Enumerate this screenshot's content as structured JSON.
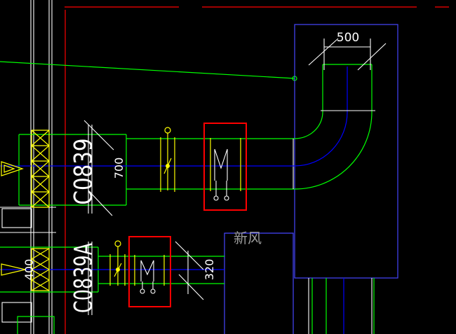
{
  "drawing": {
    "colors": {
      "background": "#000000",
      "duct": "#00ff00",
      "centerline": "#0000ff",
      "boundary": "#4646ff",
      "damper": "#ffff00",
      "highlight": "#ff0000",
      "annotation": "#ffffff",
      "label": "#9a9a9a"
    },
    "labels": {
      "top_duct_width": "500",
      "upper_duct_size": "700",
      "upper_tag": "C0839",
      "lower_tag": "C0839A",
      "lower_left_size": "400",
      "lower_duct_size": "320",
      "room_name": "新风"
    }
  }
}
